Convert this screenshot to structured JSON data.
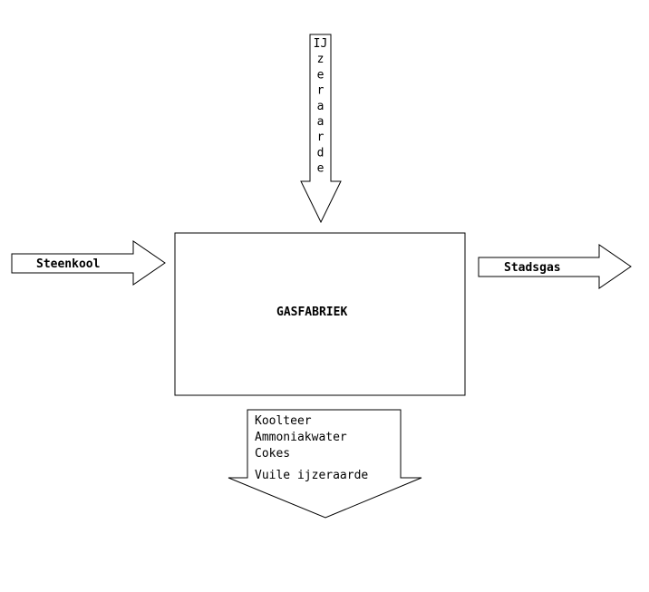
{
  "input_top": {
    "label": "IJzeraarde"
  },
  "input_left": {
    "label": "Steenkool"
  },
  "process": {
    "label": "GASFABRIEK"
  },
  "output_right": {
    "label": "Stadsgas"
  },
  "output_bottom": {
    "items": [
      "Koolteer",
      "Ammoniakwater",
      "Cokes",
      "Vuile ijzeraarde"
    ]
  }
}
